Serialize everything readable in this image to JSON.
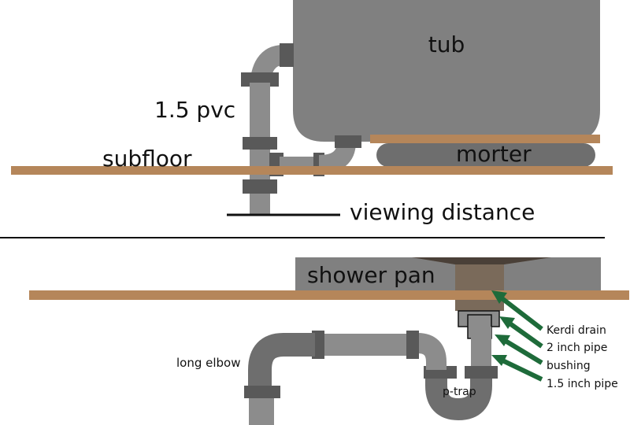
{
  "top_section": {
    "tub_label": "tub",
    "pipe_label": "1.5 pvc",
    "subfloor_label": "subfloor",
    "mortar_label": "morter",
    "viewing_label": "viewing distance"
  },
  "bottom_section": {
    "shower_pan_label": "shower pan",
    "long_elbow_label": "long elbow",
    "ptrap_label": "p-trap",
    "callouts": [
      "Kerdi drain",
      "2 inch pipe",
      "bushing",
      "1.5 inch pipe"
    ]
  },
  "colors": {
    "wood": "#b5865a",
    "tub_gray": "#808080",
    "pipe_gray": "#8c8c8c",
    "fitting_dark": "#595959",
    "drain_brown": "#7a6a5a",
    "arrow_green": "#1e6b3a"
  }
}
